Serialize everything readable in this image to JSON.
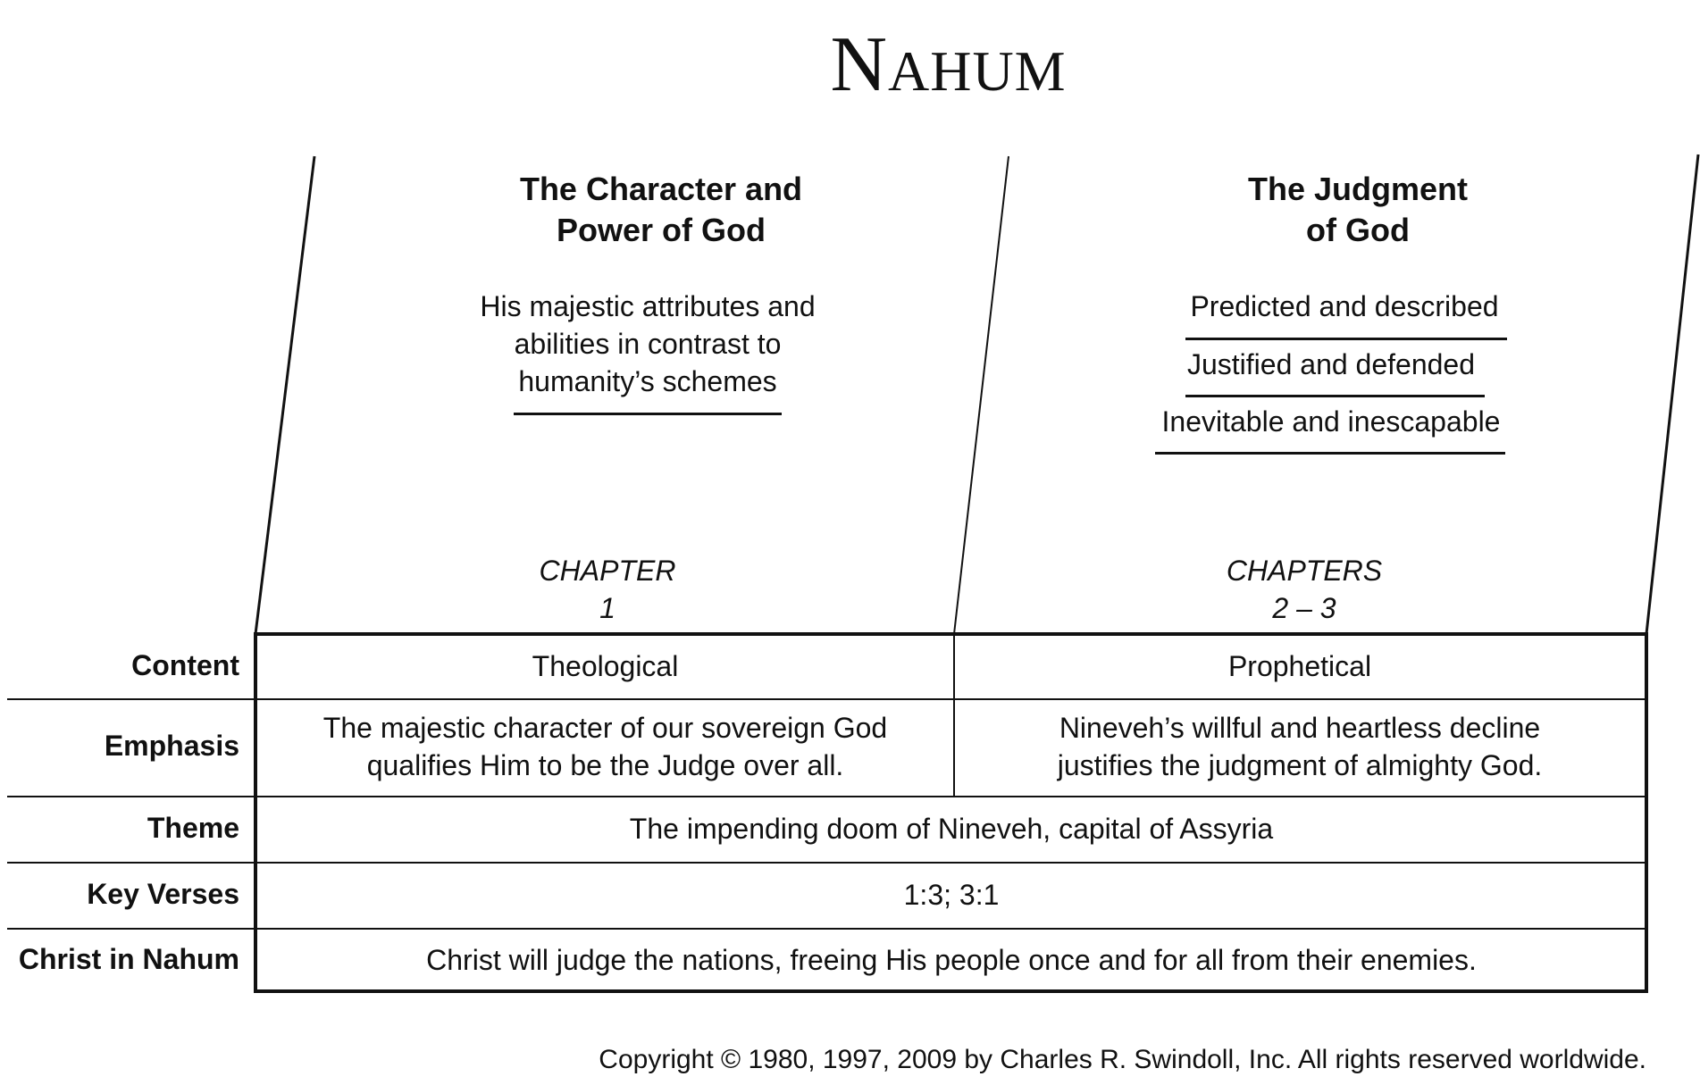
{
  "title": {
    "first": "N",
    "rest": "AHUM"
  },
  "sections": [
    {
      "heading_line1": "The Character and",
      "heading_line2": "Power of God",
      "description": [
        "His majestic attributes and",
        "abilities in contrast to",
        "humanity’s schemes"
      ],
      "chapter_label": "CHAPTER",
      "chapter_range": "1"
    },
    {
      "heading_line1": "The Judgment",
      "heading_line2": "of God",
      "subitems": [
        "Predicted and described",
        "Justified and defended",
        "Inevitable and inescapable"
      ],
      "chapter_label": "CHAPTERS",
      "chapter_range": "2 – 3"
    }
  ],
  "rows": {
    "content": {
      "label": "Content",
      "left": "Theological",
      "right": "Prophetical"
    },
    "emphasis": {
      "label": "Emphasis",
      "left": [
        "The majestic character of our sovereign God",
        "qualifies Him to be the Judge over all."
      ],
      "right": [
        "Nineveh’s willful and heartless decline",
        "justifies the judgment of almighty God."
      ]
    },
    "theme": {
      "label": "Theme",
      "value": "The impending doom of Nineveh, capital of Assyria"
    },
    "key_verses": {
      "label": "Key Verses",
      "value": "1:3; 3:1"
    },
    "christ": {
      "label": "Christ in Nahum",
      "value": "Christ will judge the nations, freeing His people once and for all from their enemies."
    }
  },
  "copyright": "Copyright © 1980, 1997, 2009 by Charles R. Swindoll, Inc. All rights reserved worldwide."
}
